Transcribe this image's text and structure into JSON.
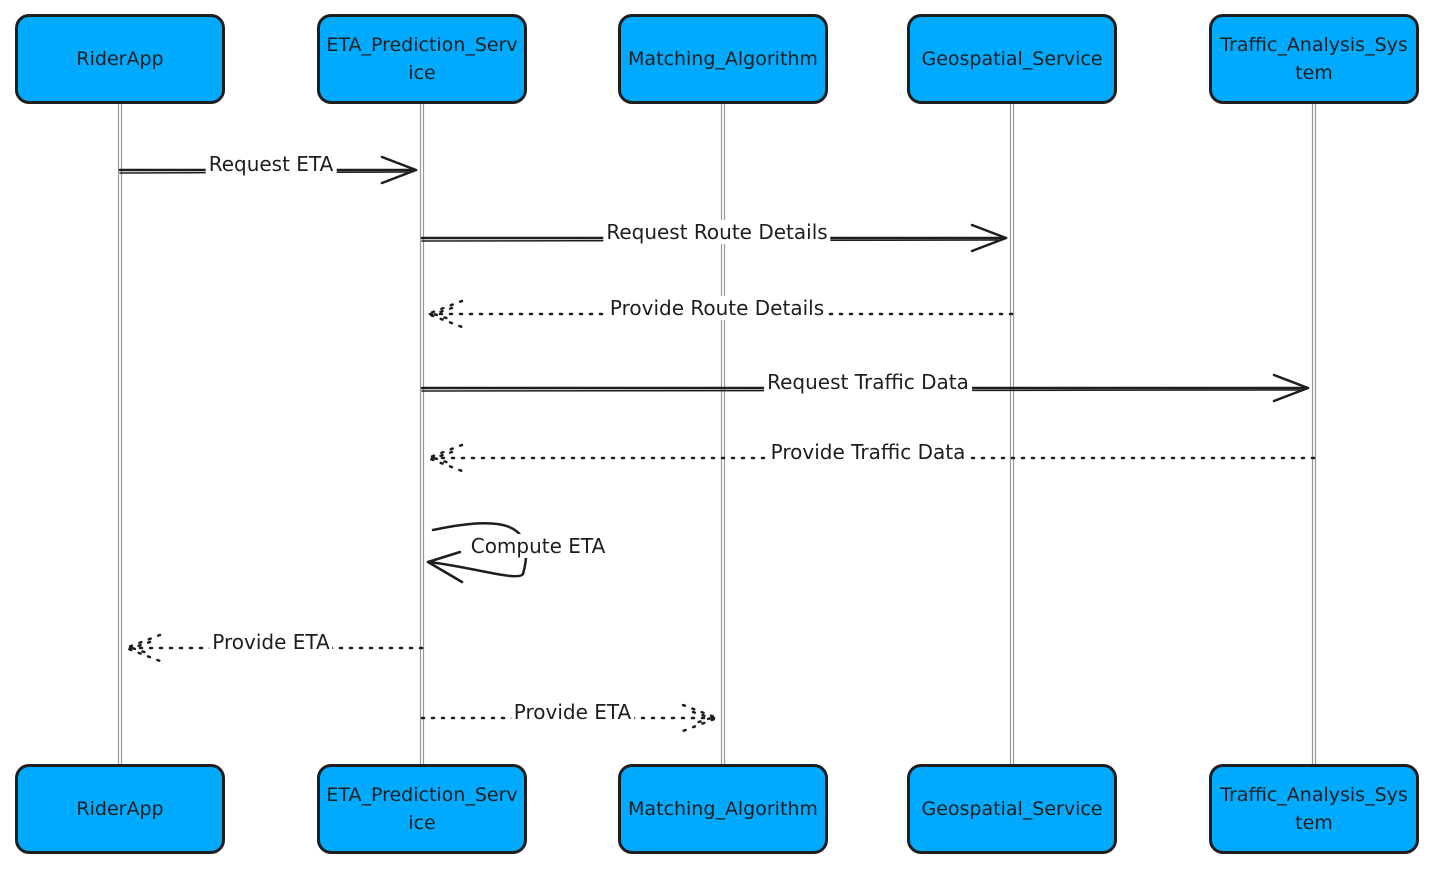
{
  "participants": [
    {
      "id": "rider",
      "label": "RiderApp"
    },
    {
      "id": "eta",
      "label": "ETA_Prediction_Service"
    },
    {
      "id": "match",
      "label": "Matching_Algorithm"
    },
    {
      "id": "geo",
      "label": "Geospatial_Service"
    },
    {
      "id": "traffic",
      "label": "Traffic_Analysis_System"
    }
  ],
  "messages": [
    {
      "from": "rider",
      "to": "eta",
      "label": "Request ETA",
      "style": "solid"
    },
    {
      "from": "eta",
      "to": "geo",
      "label": "Request Route Details",
      "style": "solid"
    },
    {
      "from": "geo",
      "to": "eta",
      "label": "Provide Route Details",
      "style": "dotted"
    },
    {
      "from": "eta",
      "to": "traffic",
      "label": "Request Traffic Data",
      "style": "solid"
    },
    {
      "from": "traffic",
      "to": "eta",
      "label": "Provide Traffic Data",
      "style": "dotted"
    },
    {
      "from": "eta",
      "to": "eta",
      "label": "Compute ETA",
      "style": "solid"
    },
    {
      "from": "eta",
      "to": "rider",
      "label": "Provide ETA",
      "style": "dotted"
    },
    {
      "from": "eta",
      "to": "match",
      "label": "Provide ETA",
      "style": "dotted"
    }
  ],
  "colors": {
    "box_fill": "#00aaff",
    "stroke": "#1e1e1e",
    "lifeline": "#999999",
    "background": "#ffffff"
  }
}
